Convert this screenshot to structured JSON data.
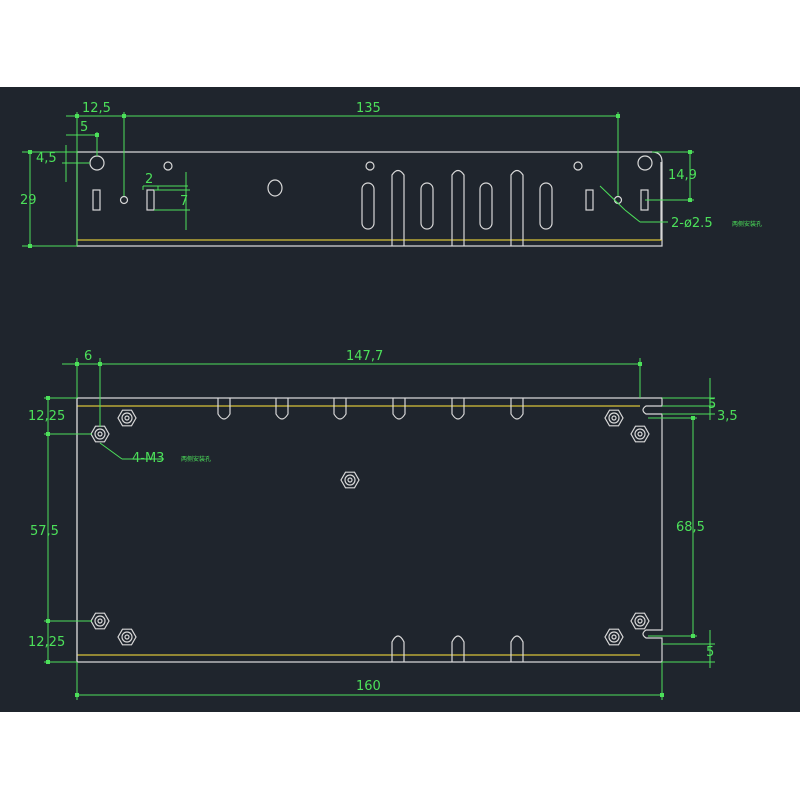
{
  "dimensions": {
    "d_12_5": "12,5",
    "d_135": "135",
    "d_5_top": "5",
    "d_4_5": "4,5",
    "d_29": "29",
    "d_2": "2",
    "d_7": "7",
    "d_14_9": "14,9",
    "d_6": "6",
    "d_147_7": "147,7",
    "d_12_25_top": "12,25",
    "d_57_5": "57,5",
    "d_12_25_bottom": "12,25",
    "d_5_right_top": "5",
    "d_3_5": "3,5",
    "d_68_5": "68,5",
    "d_5_right_bottom": "5",
    "d_160": "160"
  },
  "notes": {
    "holes_label": "2-ø2.5",
    "holes_label_cn": "两侧安装孔",
    "screws_label": "4-M3",
    "screws_label_cn": "两侧安装孔"
  }
}
